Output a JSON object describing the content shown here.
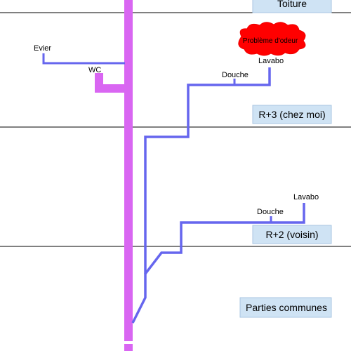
{
  "colors": {
    "stack": "#d966f2",
    "drain": "#6666ee",
    "label_box_fill": "#cfe3f4",
    "label_box_border": "#a9c6e2",
    "floor_line": "#000000",
    "alert": "#ff0000"
  },
  "floors": {
    "toiture": "Toiture",
    "r3": "R+3 (chez moi)",
    "r2": "R+2 (voisin)",
    "communes": "Parties communes"
  },
  "fixtures": {
    "evier": "Evier",
    "wc": "WC",
    "douche_r3": "Douche",
    "lavabo_r3": "Lavabo",
    "douche_r2": "Douche",
    "lavabo_r2": "Lavabo"
  },
  "alert": {
    "text": "Problème d'odeur"
  }
}
